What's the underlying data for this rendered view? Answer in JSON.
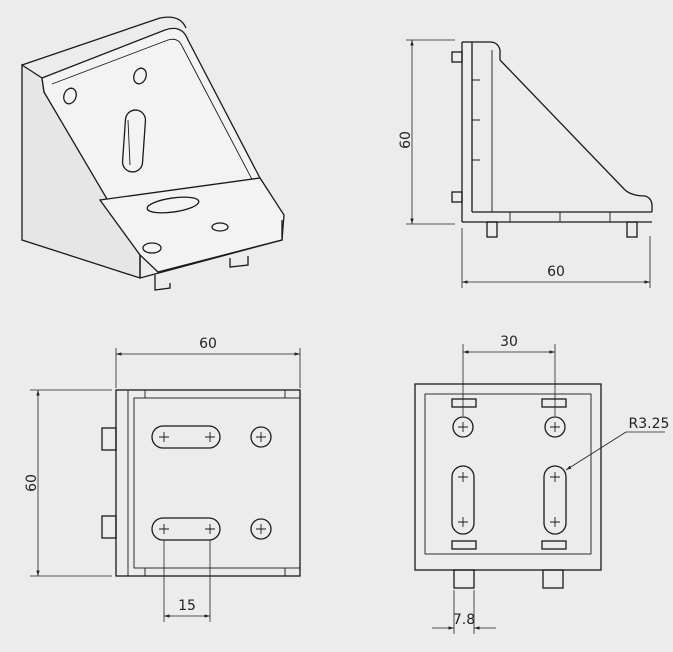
{
  "dimensions": {
    "side_height": "60",
    "side_width": "60",
    "left_width": "60",
    "left_height": "60",
    "left_slot_pitch": "15",
    "right_hole_pitch": "30",
    "right_radius": "R3.25",
    "right_foot_width": "7.8"
  },
  "colors": {
    "background": "#ececec",
    "line": "#1a1a1a"
  }
}
